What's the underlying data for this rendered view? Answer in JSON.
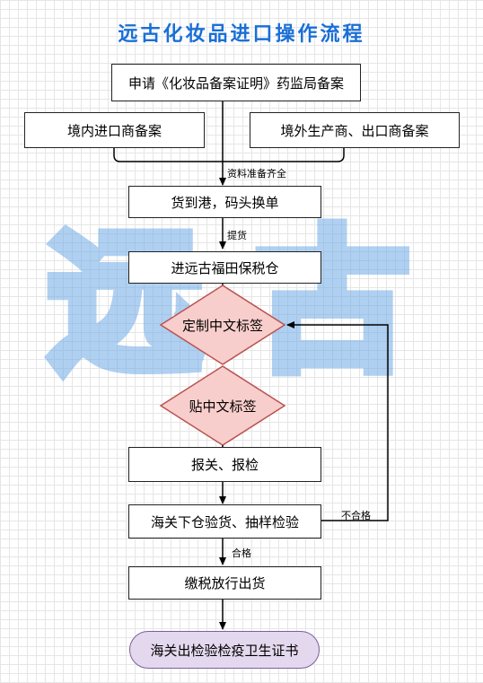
{
  "title": "远古化妆品进口操作流程",
  "watermark": "远古",
  "nodes": {
    "apply": "申请《化妆品备案证明》药监局备案",
    "domestic": "境内进口商备案",
    "foreign": "境外生产商、出口商备案",
    "arrive": "货到港，码头换单",
    "bonded": "进远古福田保税仓",
    "custom_label": "定制中文标签",
    "attach_label": "贴中文标签",
    "declare": "报关、报检",
    "inspect": "海关下仓验货、抽样检验",
    "release": "缴税放行出货",
    "certificate": "海关出检验检疫卫生证书"
  },
  "edge_labels": {
    "docs_ready": "资料准备齐全",
    "pickup": "提货",
    "fail": "不合格",
    "pass": "合格"
  },
  "colors": {
    "title": "#1a6fd6",
    "diamond_fill": "#f8cecc",
    "diamond_stroke": "#b85450",
    "oval_fill": "#e4d8ee",
    "oval_stroke": "#7b5f9a",
    "watermark": "#6eaae6"
  }
}
